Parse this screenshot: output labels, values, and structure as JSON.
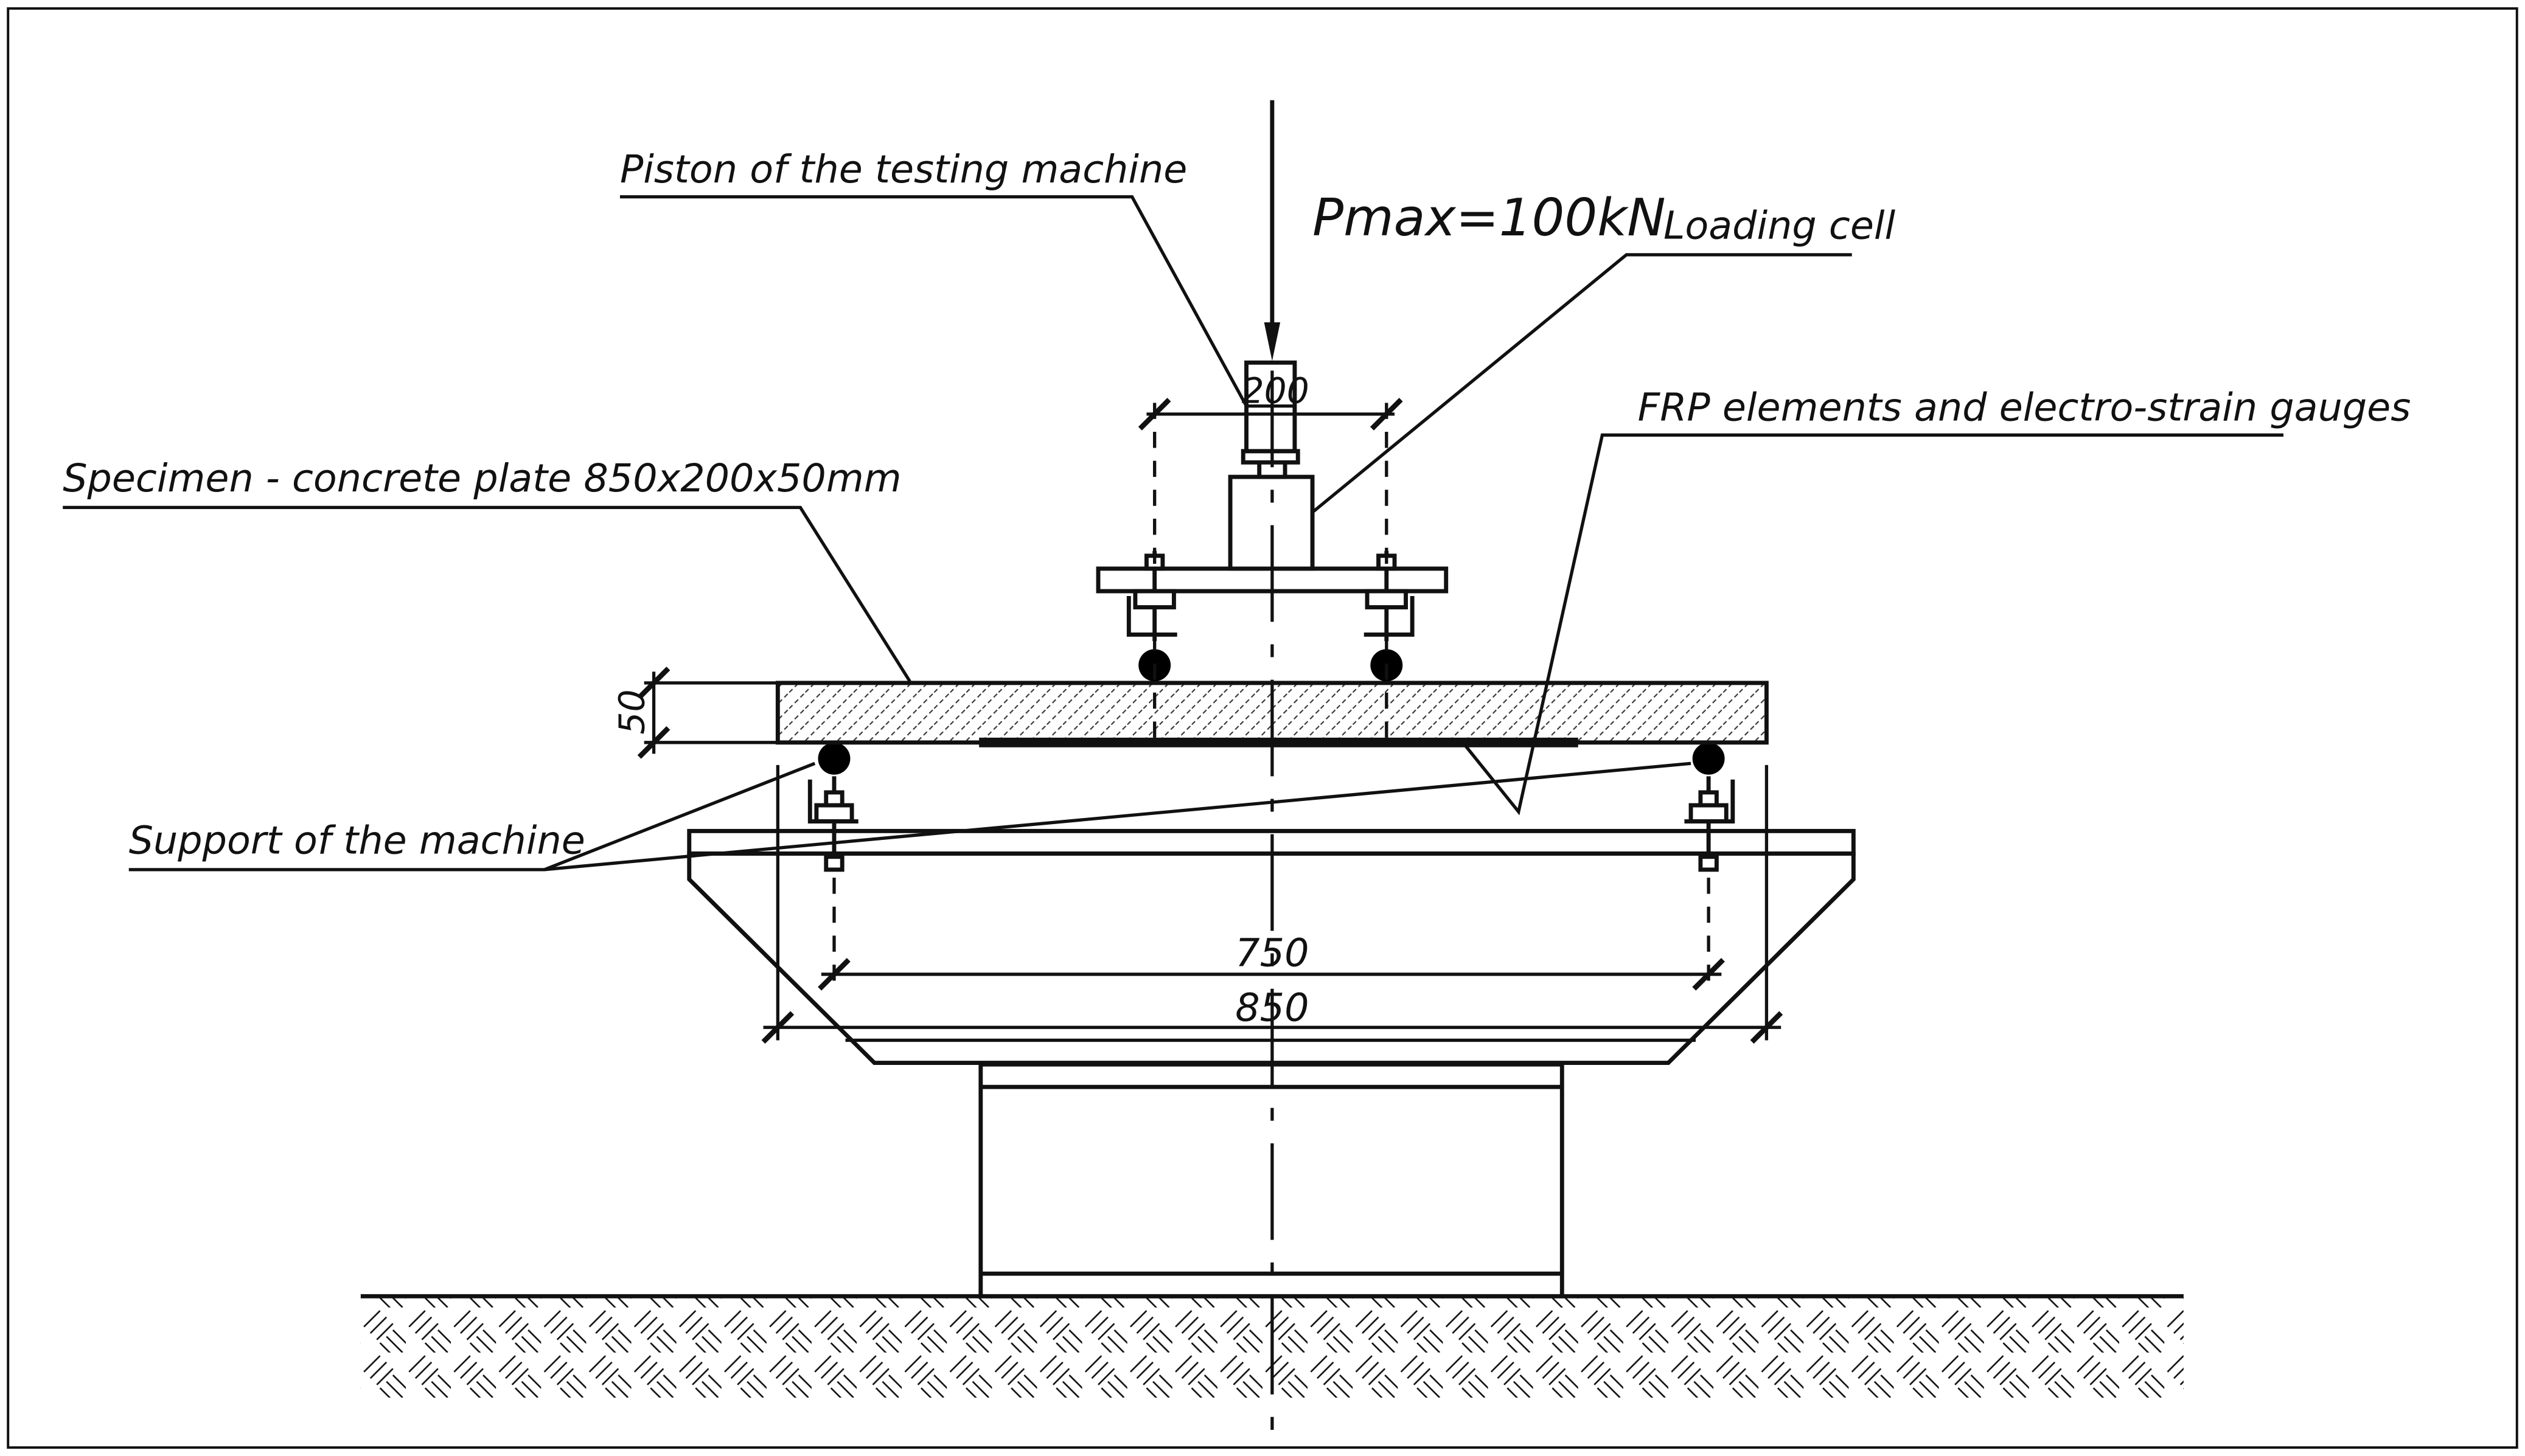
{
  "labels": {
    "piston": "Piston of the testing machine",
    "load": "Pmax=100kN",
    "loading_cell": "Loading cell",
    "frp": "FRP elements and electro-strain gauges",
    "specimen": "Specimen - concrete plate 850x200x50mm",
    "support": "Support of the machine"
  },
  "dimensions": {
    "load_spacing": "200",
    "thickness": "50",
    "support_span": "750",
    "plate_length": "850"
  },
  "colors": {
    "line": "#111111",
    "background": "#ffffff",
    "roller": "#000000"
  }
}
